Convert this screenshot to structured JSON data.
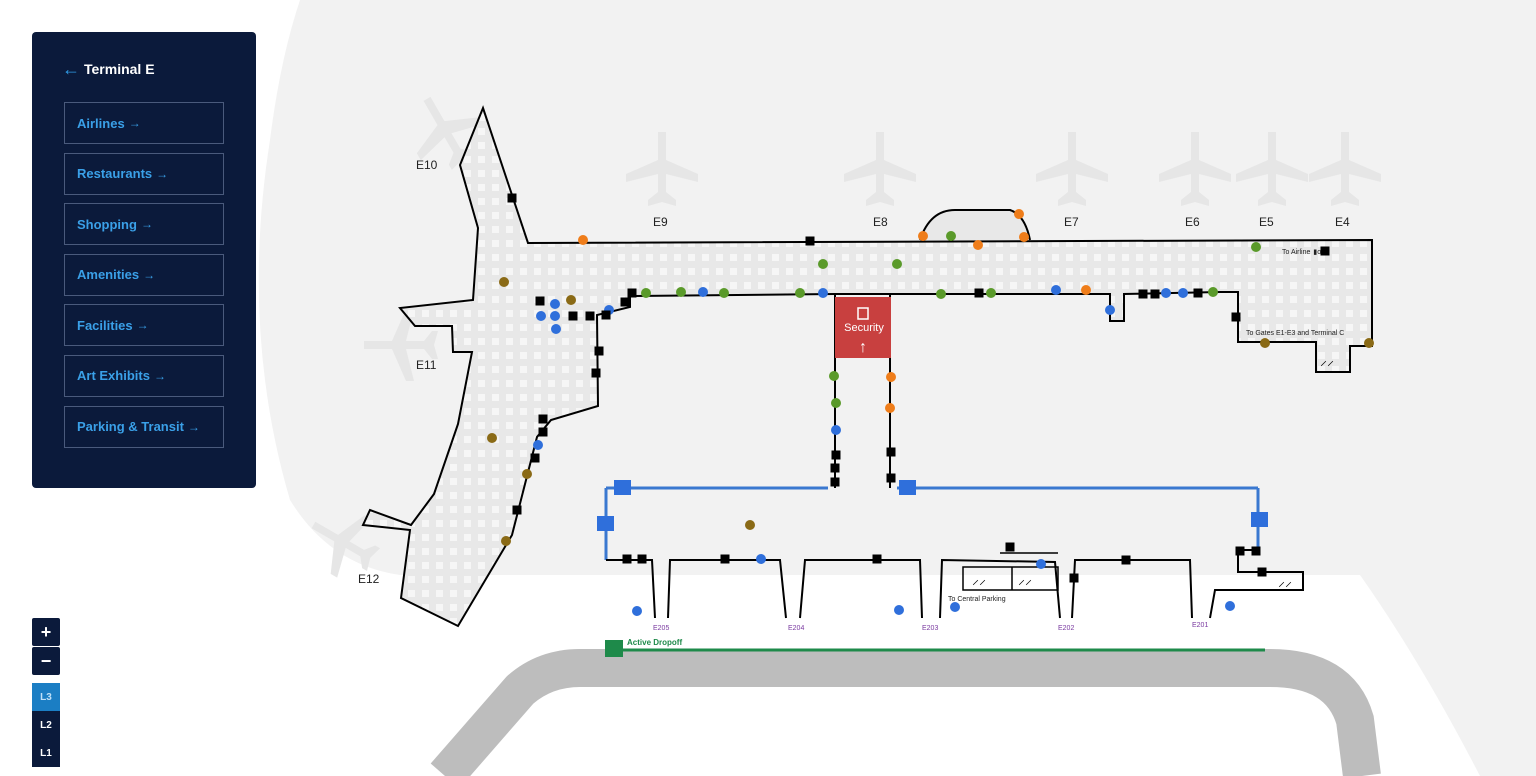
{
  "panel": {
    "title": "Terminal E",
    "menu": [
      {
        "label": "Airlines",
        "arrow": "→"
      },
      {
        "label": "Restaurants",
        "arrow": "→"
      },
      {
        "label": "Shopping",
        "arrow": "→"
      },
      {
        "label": "Amenities",
        "arrow": "→"
      },
      {
        "label": "Facilities",
        "arrow": "→"
      },
      {
        "label": "Art Exhibits",
        "arrow": "→"
      },
      {
        "label": "Parking & Transit",
        "arrow": "→"
      }
    ]
  },
  "zoom": {
    "in": "+",
    "out": "−"
  },
  "levels": [
    {
      "label": "L3",
      "active": true
    },
    {
      "label": "L2",
      "active": false
    },
    {
      "label": "L1",
      "active": false
    }
  ],
  "map": {
    "gates": [
      "E10",
      "E9",
      "E8",
      "E7",
      "E6",
      "E5",
      "E4",
      "E11",
      "E12"
    ],
    "lower_gates": [
      "E205",
      "E204",
      "E203",
      "E202",
      "E201"
    ],
    "security_label": "Security",
    "labels": {
      "to_airline": "To Airline",
      "to_airline_suffix": "os",
      "to_gates": "To Gates E1-E3 and Terminal C",
      "to_central_parking": "To Central Parking",
      "active_dropoff": "Active Dropoff"
    },
    "colors": {
      "orange": "#ef7d1a",
      "green": "#5a9a2a",
      "blue": "#2f6fdb",
      "brown": "#8a6a16",
      "security": "#c8403f",
      "dropoff": "#1e8a4a",
      "walkway": "#3a78d0"
    }
  }
}
